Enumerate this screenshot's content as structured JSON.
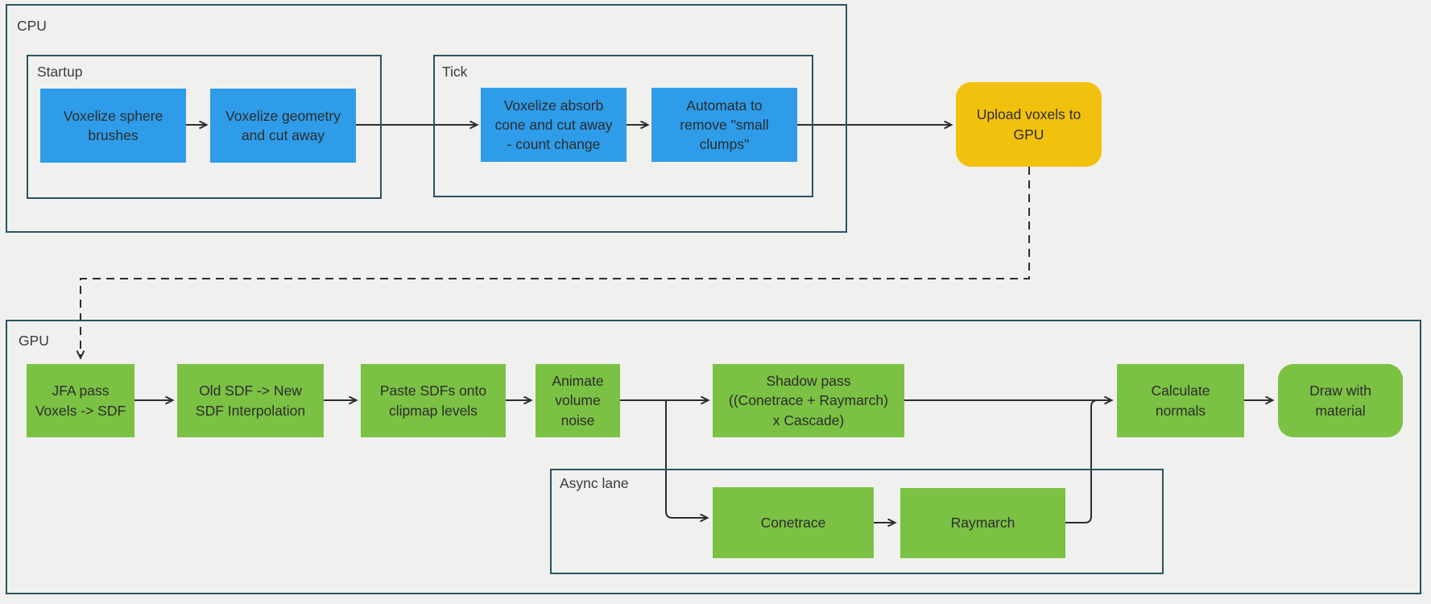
{
  "colors": {
    "background": "#f0f0ee",
    "container_border": "#2a5460",
    "blue_node": "#2e9ce9",
    "green_node": "#7bc144",
    "yellow_node": "#f2c10e",
    "connector": "#2d2d2d",
    "text": "#2d2d2d"
  },
  "cpu": {
    "label": "CPU",
    "startup": {
      "label": "Startup",
      "nodes": [
        "Voxelize sphere\nbrushes",
        "Voxelize geometry\nand cut away"
      ]
    },
    "tick": {
      "label": "Tick",
      "nodes": [
        "Voxelize absorb\ncone and cut away\n- count change",
        "Automata to\nremove \"small\nclumps\""
      ]
    },
    "upload_node": "Upload voxels to\nGPU"
  },
  "gpu": {
    "label": "GPU",
    "nodes": [
      "JFA pass\nVoxels -> SDF",
      "Old SDF -> New\nSDF Interpolation",
      "Paste SDFs onto\nclipmap levels",
      "Animate\nvolume\nnoise",
      "Shadow pass\n((Conetrace + Raymarch)\nx Cascade)",
      "Calculate\nnormals",
      "Draw with\nmaterial"
    ],
    "async_lane": {
      "label": "Async lane",
      "nodes": [
        "Conetrace",
        "Raymarch"
      ]
    }
  }
}
